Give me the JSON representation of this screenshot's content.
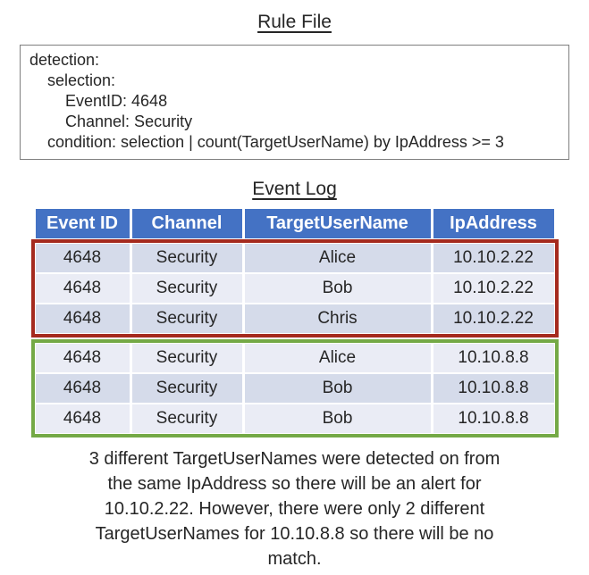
{
  "titles": {
    "rule_file": "Rule File",
    "event_log": "Event Log"
  },
  "rule_file": {
    "lines": [
      "detection:",
      "    selection:",
      "        EventID: 4648",
      "        Channel: Security",
      "    condition: selection | count(TargetUserName) by IpAddress >= 3"
    ]
  },
  "table": {
    "headers": [
      "Event ID",
      "Channel",
      "TargetUserName",
      "IpAddress"
    ],
    "rows": [
      [
        "4648",
        "Security",
        "Alice",
        "10.10.2.22"
      ],
      [
        "4648",
        "Security",
        "Bob",
        "10.10.2.22"
      ],
      [
        "4648",
        "Security",
        "Chris",
        "10.10.2.22"
      ],
      [
        "4648",
        "Security",
        "Alice",
        "10.10.8.8"
      ],
      [
        "4648",
        "Security",
        "Bob",
        "10.10.8.8"
      ],
      [
        "4648",
        "Security",
        "Bob",
        "10.10.8.8"
      ]
    ]
  },
  "caption": "3 different TargetUserNames were detected on from the same IpAddress so there will be an alert for 10.10.2.22. However, there were only 2 different TargetUserNames for 10.10.8.8 so there will be no match.",
  "colors": {
    "header_bg": "#4472c4",
    "header_text": "#ffffff",
    "row_dark": "#d5dbea",
    "row_light": "#eaecf5",
    "match_outline": "#a52a1e",
    "nomatch_outline": "#74a946",
    "box_border": "#7f7f7f"
  }
}
